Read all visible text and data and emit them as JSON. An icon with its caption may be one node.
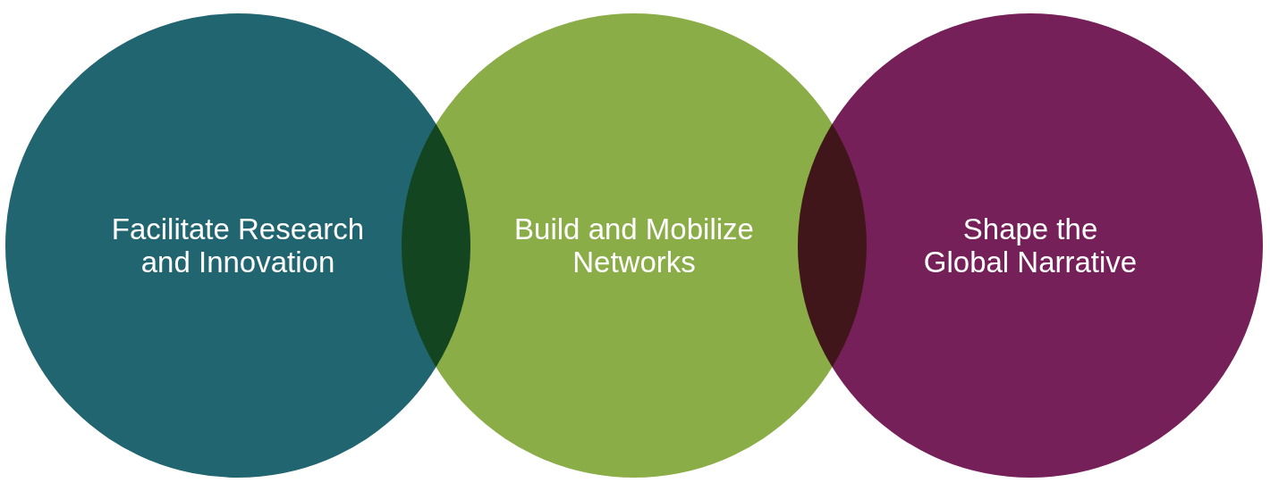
{
  "diagram": {
    "nodes": [
      {
        "text": [
          "Facilitate Research and Innovation"
        ]
      },
      {
        "text": [
          "Build and Mobilize Networks"
        ]
      },
      {
        "text": [
          "Shape the Global Narrative"
        ]
      }
    ]
  }
}
